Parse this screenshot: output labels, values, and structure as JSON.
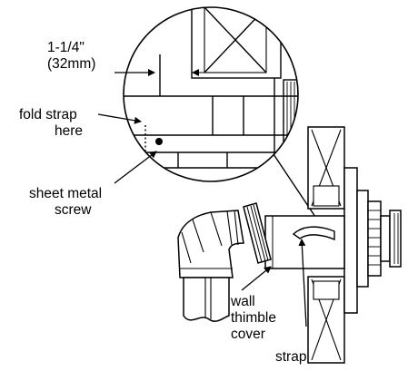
{
  "labels": {
    "dimension_line1": "1-1/4\"",
    "dimension_line2": "(32mm)",
    "fold_line1": "fold strap",
    "fold_line2": "here",
    "screw_line1": "sheet metal",
    "screw_line2": "screw",
    "thimble_line1": "wall",
    "thimble_line2": "thimble",
    "thimble_line3": "cover",
    "strap": "strap"
  }
}
